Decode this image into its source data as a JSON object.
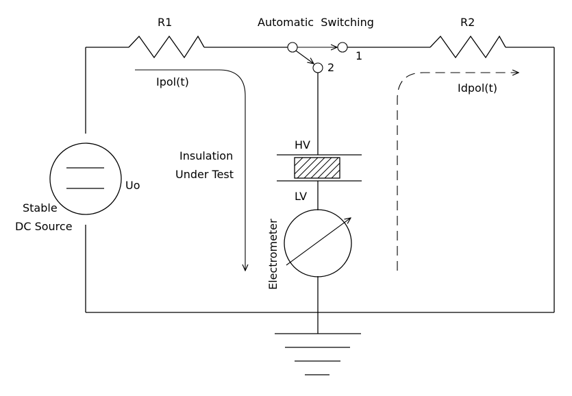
{
  "labels": {
    "r1": "R1",
    "r2": "R2",
    "switch": "Automatic  Switching",
    "pos1": "1",
    "pos2": "2",
    "ipol": "Ipol(t)",
    "idpol": "Idpol(t)",
    "insulation_line1": "Insulation",
    "insulation_line2": "Under Test",
    "hv": "HV",
    "lv": "LV",
    "uo": "Uo",
    "source_line1": "Stable",
    "source_line2": "DC Source",
    "electrometer": "Electrometer"
  },
  "colors": {
    "line": "#000000",
    "background": "#ffffff"
  }
}
